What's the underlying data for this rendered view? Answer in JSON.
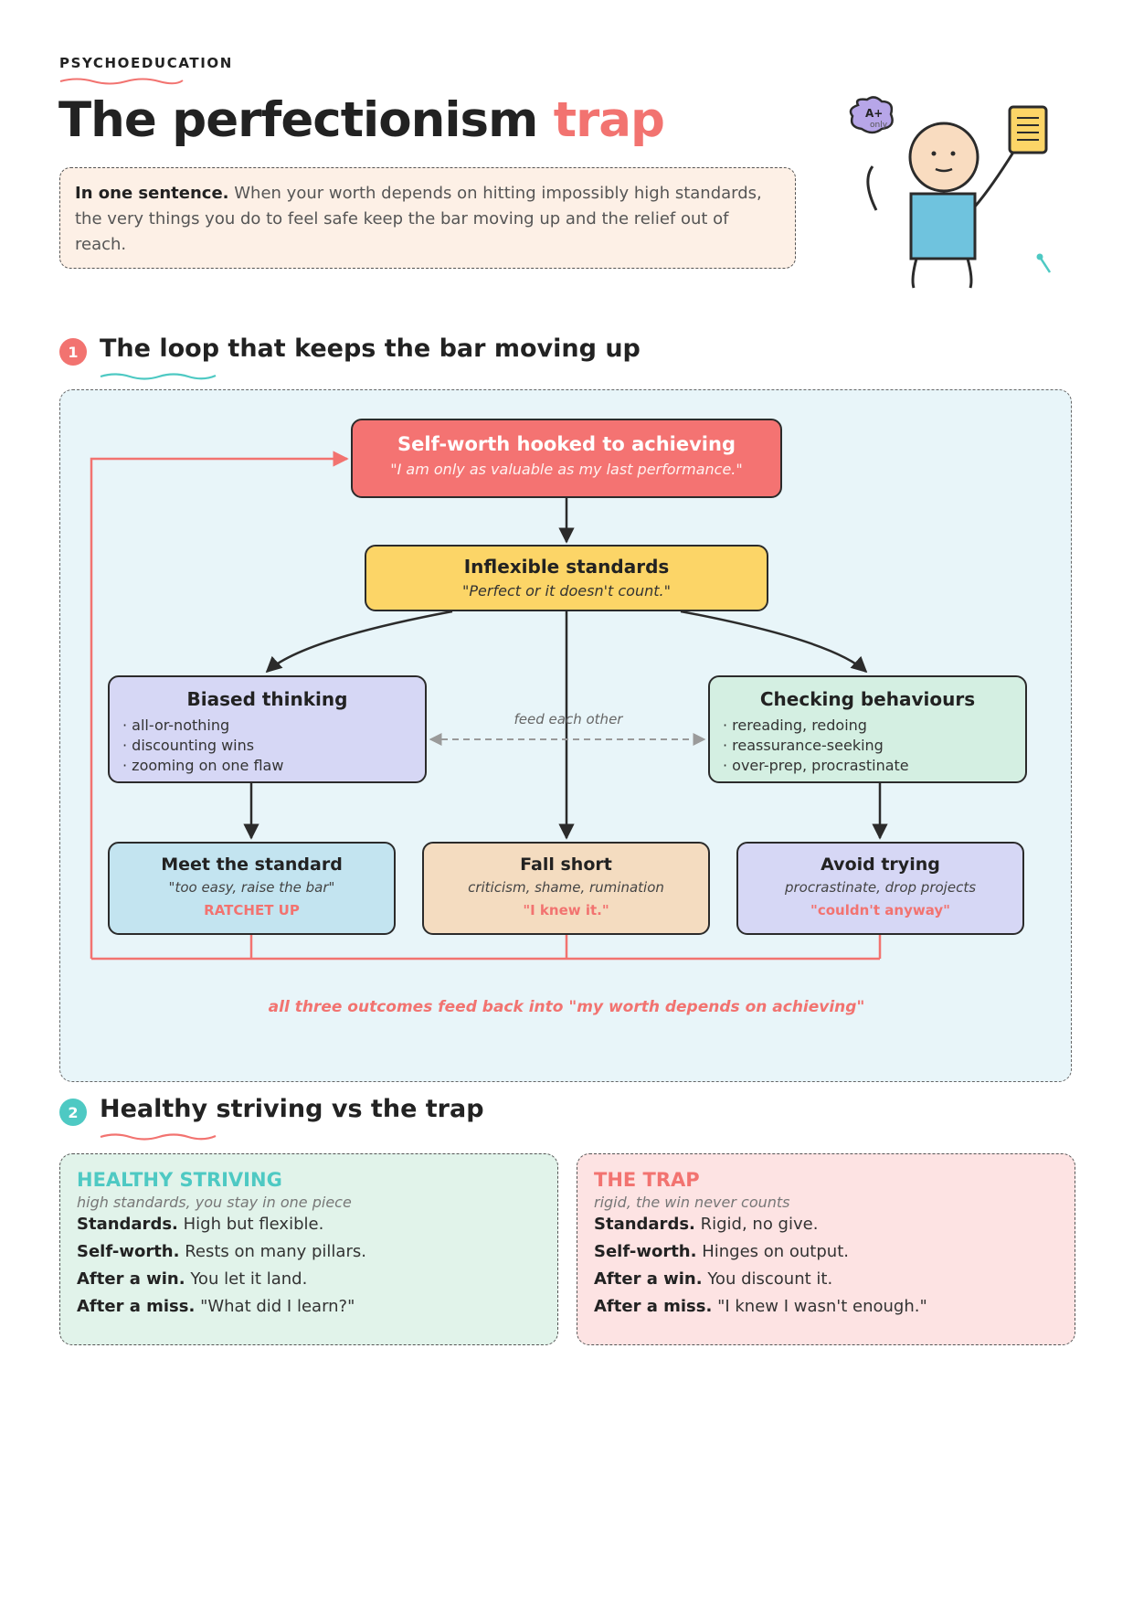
{
  "header": {
    "eyebrow": "PSYCHOEDUCATION",
    "title_main": "The perfectionism",
    "title_accent": "trap",
    "summary_lead": "In one sentence.",
    "summary_text": "When your worth depends on hitting impossibly high standards, the very things you do to feel safe keep the bar moving up and the relief out of reach.",
    "badge_text": "A+",
    "badge_subtext": "only"
  },
  "section1": {
    "number": "1",
    "title": "The loop that keeps the bar moving up"
  },
  "diagram": {
    "top": {
      "title": "Self-worth hooked to achieving",
      "quote": "\"I am only as valuable as my last performance.\""
    },
    "standards": {
      "title": "Inflexible standards",
      "quote": "\"Perfect or it doesn't count.\""
    },
    "biased": {
      "title": "Biased thinking",
      "items": [
        "all-or-nothing",
        "discounting wins",
        "zooming on one flaw"
      ]
    },
    "checking": {
      "title": "Checking behaviours",
      "items": [
        "rereading, redoing",
        "reassurance-seeking",
        "over-prep, procrastinate"
      ]
    },
    "feed_label": "feed each other",
    "meet": {
      "title": "Meet the standard",
      "sub": "\"too easy, raise the bar\"",
      "result": "RATCHET UP"
    },
    "fall": {
      "title": "Fall short",
      "sub": "criticism, shame, rumination",
      "result": "\"I knew it.\""
    },
    "avoid": {
      "title": "Avoid trying",
      "sub": "procrastinate, drop projects",
      "result": "\"couldn't anyway\""
    },
    "loop_note": "all three outcomes feed back into \"my worth depends on achieving\""
  },
  "section2": {
    "number": "2",
    "title": "Healthy striving vs the trap"
  },
  "healthy": {
    "title": "HEALTHY STRIVING",
    "sub": "high standards, you stay in one piece",
    "rows": [
      {
        "label": "Standards.",
        "text": "High but flexible."
      },
      {
        "label": "Self-worth.",
        "text": "Rests on many pillars."
      },
      {
        "label": "After a win.",
        "text": "You let it land."
      },
      {
        "label": "After a miss.",
        "text": "\"What did I learn?\""
      }
    ]
  },
  "trap": {
    "title": "THE TRAP",
    "sub": "rigid, the win never counts",
    "rows": [
      {
        "label": "Standards.",
        "text": "Rigid, no give."
      },
      {
        "label": "Self-worth.",
        "text": "Hinges on output."
      },
      {
        "label": "After a win.",
        "text": "You discount it."
      },
      {
        "label": "After a miss.",
        "text": "\"I knew I wasn't enough.\""
      }
    ]
  },
  "colors": {
    "accent_red": "#f27370",
    "accent_teal": "#4ec9c3",
    "top_box": "#f47372",
    "standards_box": "#fcd567",
    "biased_box": "#d6d7f5",
    "checking_box": "#d4efe2",
    "meet_box": "#c3e4f0",
    "fall_box": "#f4dcc0",
    "avoid_box": "#d6d7f5"
  },
  "icons": [
    "speech-bubble-icon",
    "notepad-icon",
    "pin-icon",
    "figure-illustration"
  ]
}
